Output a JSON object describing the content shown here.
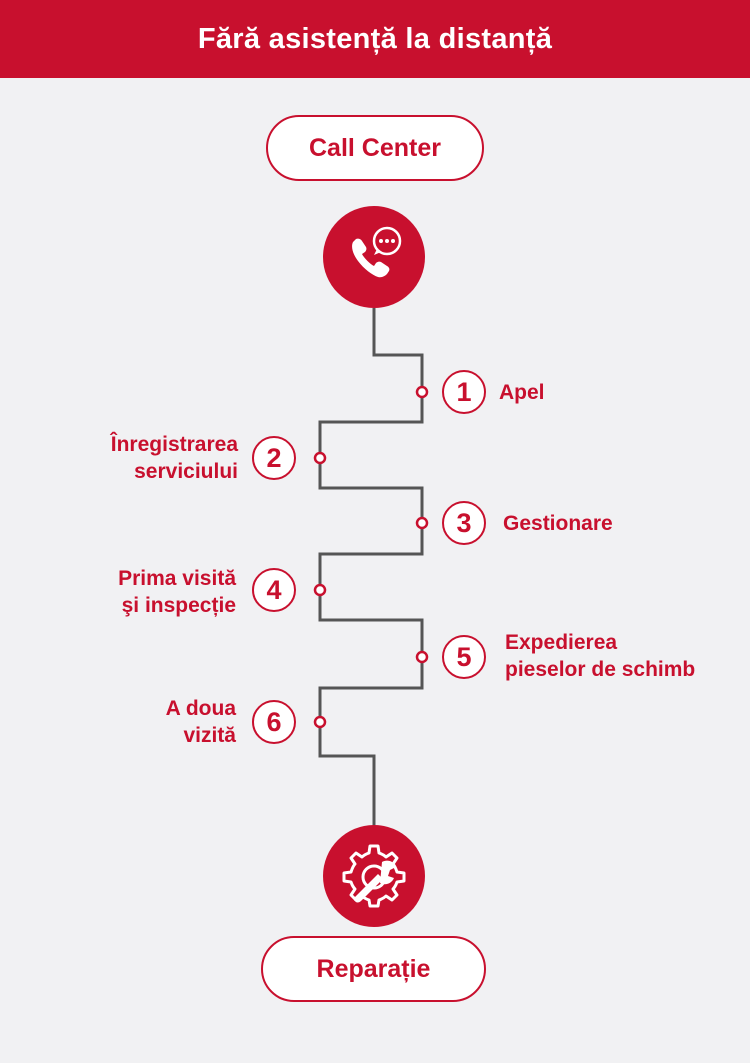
{
  "header": {
    "title": "Fără asistență la distanță"
  },
  "start": {
    "label": "Call Center",
    "icon": "phone-chat-icon"
  },
  "end": {
    "label": "Reparație",
    "icon": "gear-wrench-icon"
  },
  "steps": [
    {
      "number": "1",
      "lines": [
        "Apel"
      ]
    },
    {
      "number": "2",
      "lines": [
        "Înregistrarea",
        "serviciului"
      ]
    },
    {
      "number": "3",
      "lines": [
        "Gestionare"
      ]
    },
    {
      "number": "4",
      "lines": [
        "Prima visită",
        "şi inspecție"
      ]
    },
    {
      "number": "5",
      "lines": [
        "Expedierea",
        "pieselor de schimb"
      ]
    },
    {
      "number": "6",
      "lines": [
        "A doua",
        "vizită"
      ]
    }
  ],
  "colors": {
    "accent": "#c8102e",
    "background": "#f1f1f3",
    "line": "#555555"
  }
}
